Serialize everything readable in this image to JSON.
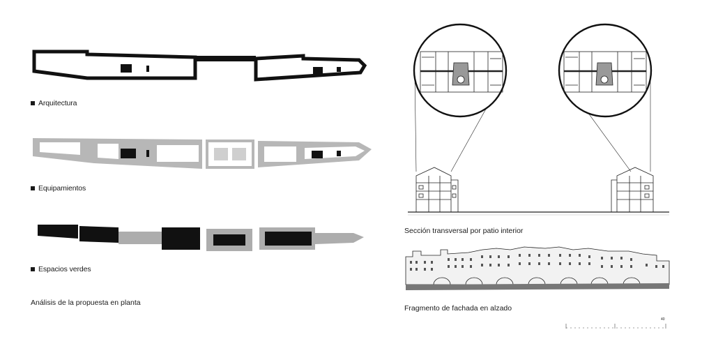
{
  "left": {
    "legend": [
      {
        "label": "Arquitectura"
      },
      {
        "label": "Equipamientos"
      },
      {
        "label": "Espacios verdes"
      }
    ],
    "caption": "Análisis de la propuesta en planta"
  },
  "right": {
    "section_caption": "Sección transversal por patio interior",
    "facade_caption": "Fragmento de fachada en alzado",
    "page_number": "40"
  },
  "colors": {
    "ink": "#111111",
    "equip_gray": "#b7b7b7",
    "green_gray": "#adadad"
  }
}
